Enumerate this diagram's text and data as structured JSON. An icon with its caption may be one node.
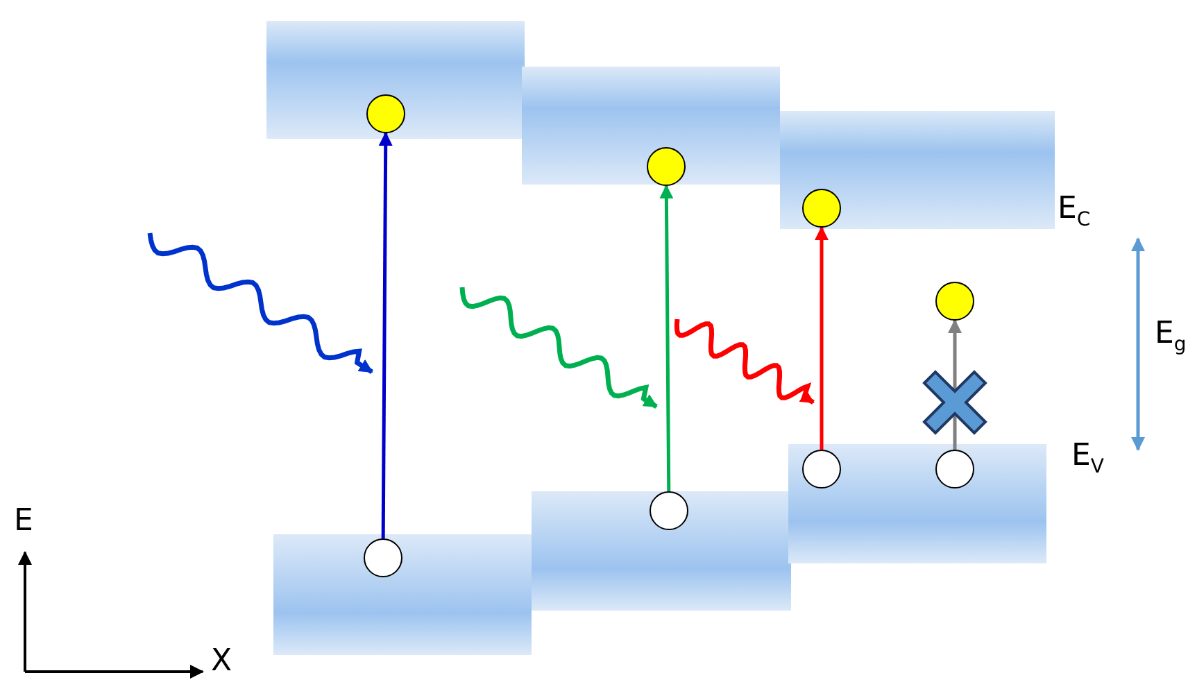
{
  "diagram": {
    "nodes": [
      {
        "text": [],
        "shape": "circle"
      },
      {
        "text": [],
        "shape": "circle"
      },
      {
        "text": [],
        "shape": "circle"
      },
      {
        "text": [],
        "shape": "circle"
      },
      {
        "text": [],
        "shape": "circle"
      },
      {
        "text": [],
        "shape": "circle"
      },
      {
        "text": [],
        "shape": "circle"
      },
      {
        "text": [],
        "shape": "circle"
      }
    ],
    "edges": [
      {
        "from": 1,
        "to": 0,
        "arrow": "to",
        "color": "#0000cc"
      },
      {
        "from": 3,
        "to": 2,
        "arrow": "to",
        "color": "#00b050"
      },
      {
        "from": 5,
        "to": 4,
        "arrow": "to",
        "color": "#ff0000"
      },
      {
        "from": 7,
        "to": 6,
        "arrow": "to",
        "color": "#808080"
      }
    ],
    "labels": [
      "E$_{C}$",
      "E$_{g}$",
      "E$_{V}$",
      "E",
      "X"
    ]
  }
}
